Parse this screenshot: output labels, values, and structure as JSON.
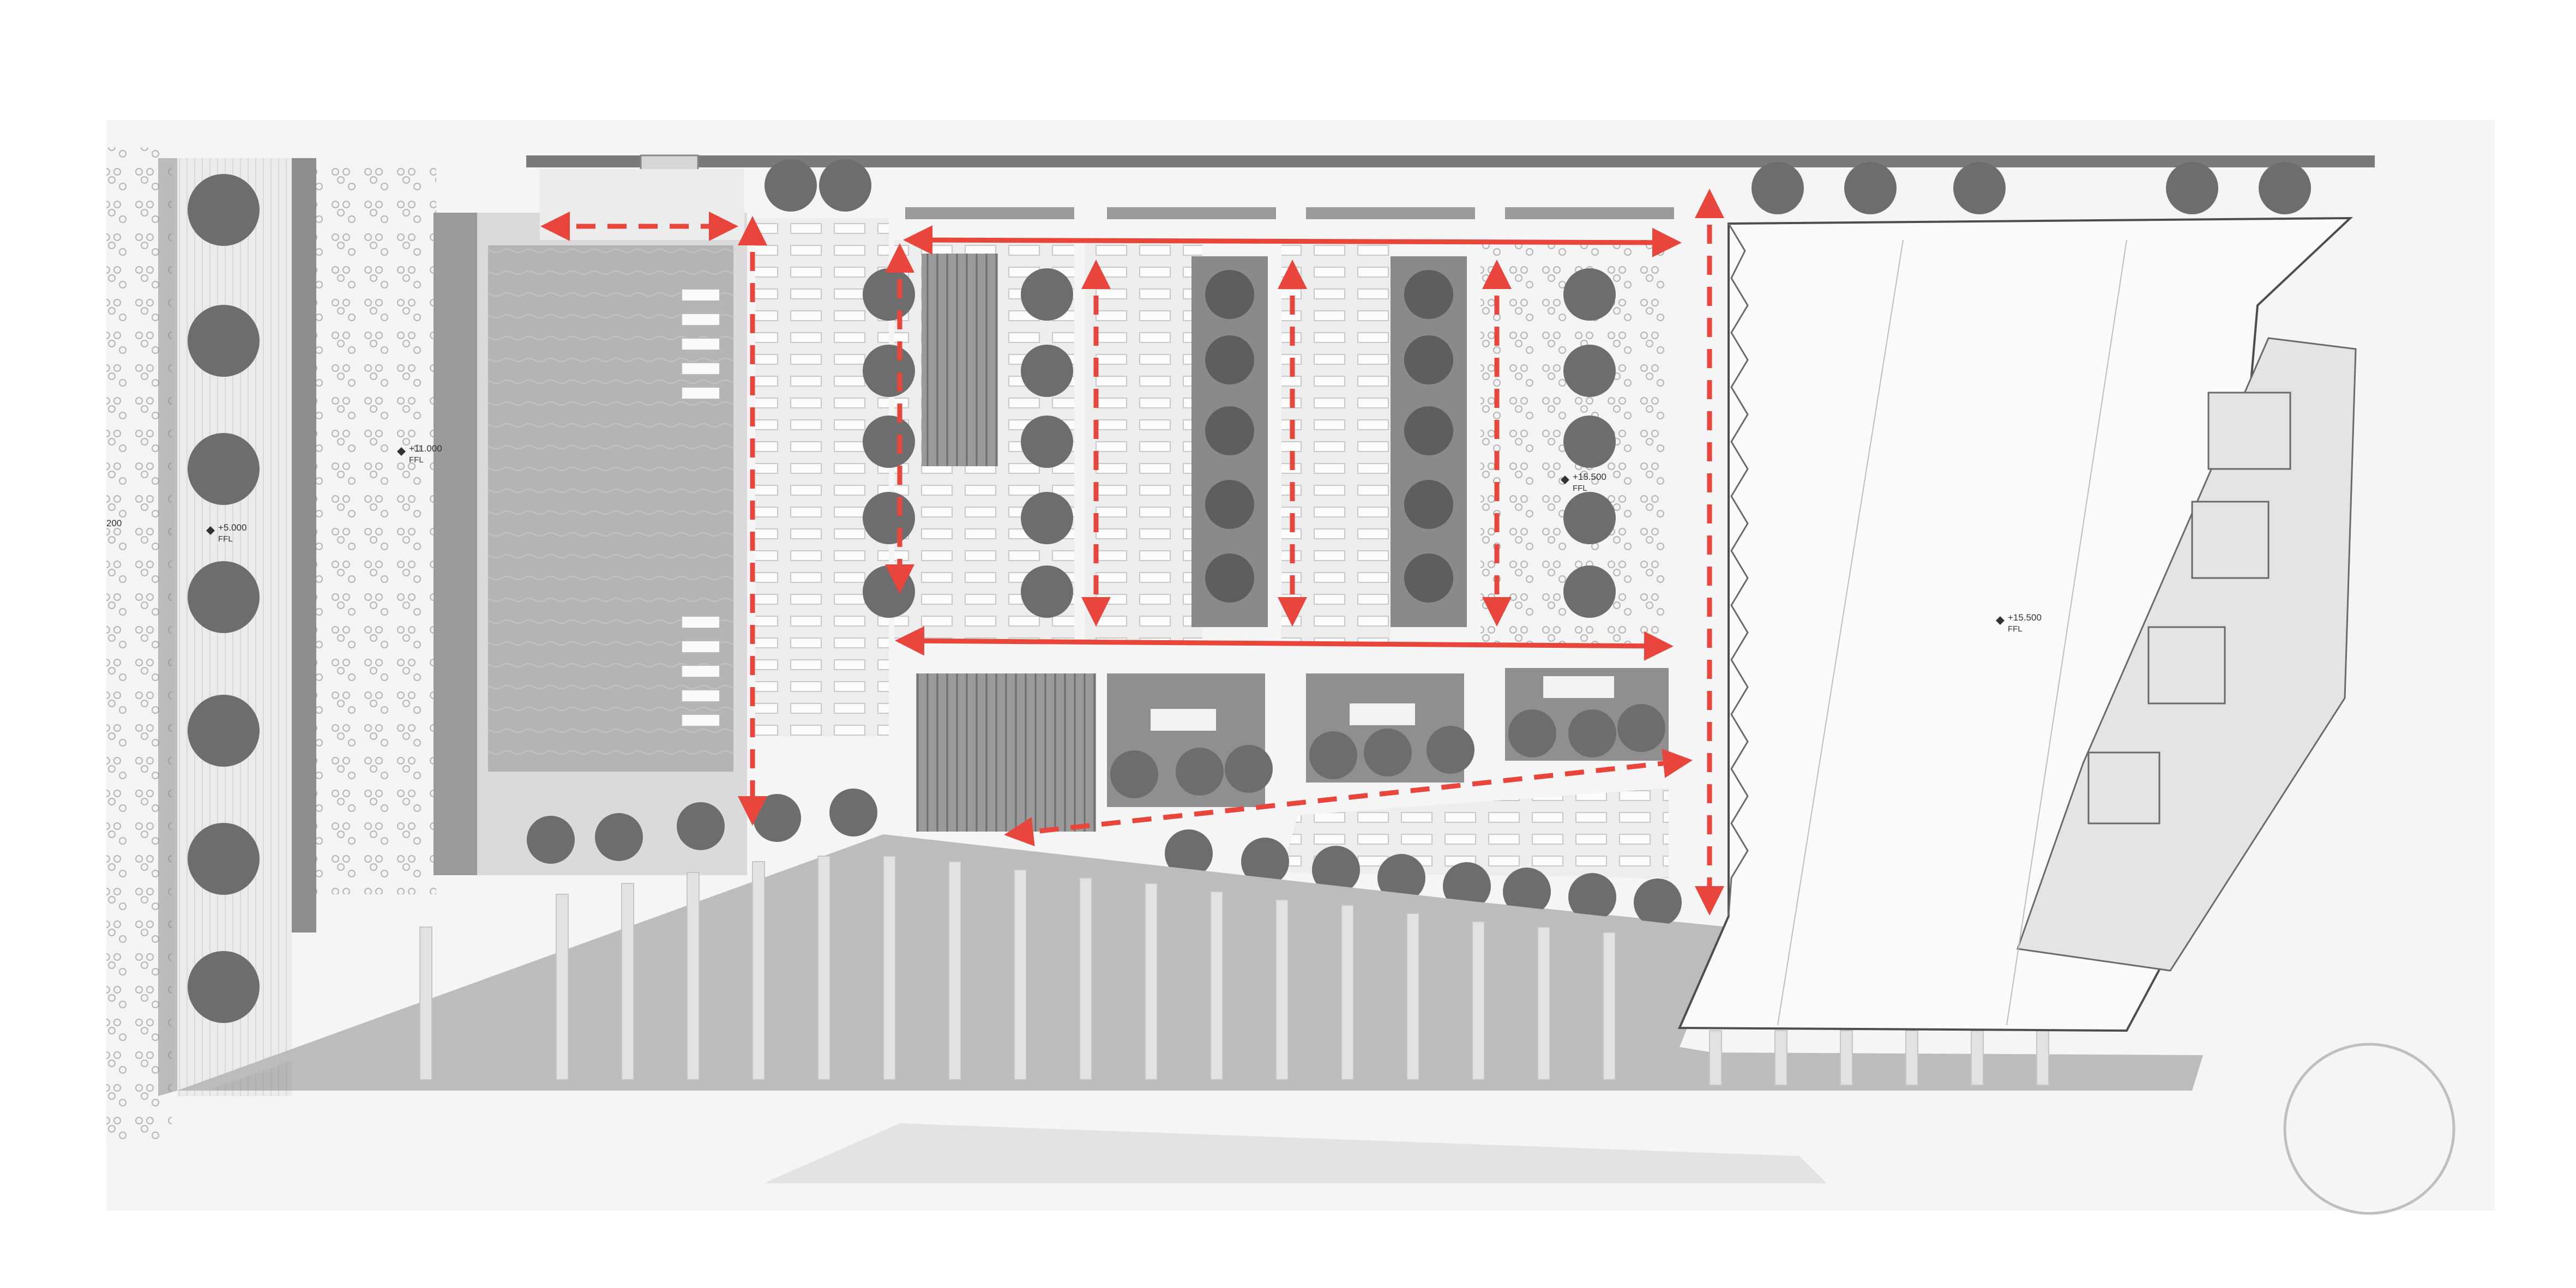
{
  "colors": {
    "background": "#ffffff",
    "site_ground": "#f5f5f5",
    "deck": "#e8e8e8",
    "structure_dark": "#7a7a7a",
    "pool_water": "#b9b9b9",
    "tree_canopy": "#6d6d6d",
    "planter": "#8a8a8a",
    "circulation_arrow": "#e8453c"
  },
  "level_markers": [
    {
      "id": "left-terrace",
      "value": "+5.000",
      "suffix": "FFL"
    },
    {
      "id": "pool-deck",
      "value": "+11.000",
      "suffix": "FFL"
    },
    {
      "id": "garden-terrace",
      "value": "+15.500",
      "suffix": "FFL"
    },
    {
      "id": "tower-floor",
      "value": "+15.500",
      "suffix": "FFL"
    }
  ],
  "left_label_fragment": "200",
  "legend_icons": {
    "level_marker": "level-marker-icon",
    "tree": "tree-canopy-icon",
    "arrow": "circulation-arrow-icon"
  }
}
